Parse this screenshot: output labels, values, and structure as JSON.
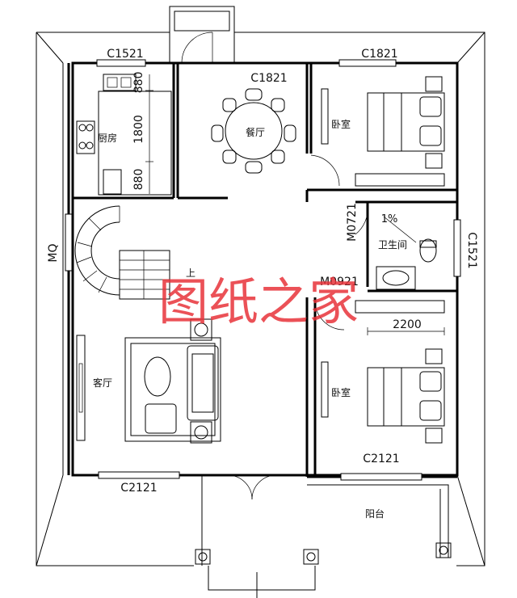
{
  "rooms": {
    "kitchen": "厨房",
    "dining": "餐厅",
    "bedroom_top": "卧室",
    "bedroom_bottom": "卧室",
    "bathroom": "卫生间",
    "living": "客厅",
    "balcony": "阳台",
    "stair_up": "上"
  },
  "windows": {
    "kitchen": "C1521",
    "dining": "C1821",
    "bedroom_top": "C1821",
    "bathroom": "C1521",
    "bedroom_bottom": "C2121",
    "living": "C2121"
  },
  "doors": {
    "bathroom": "M0721",
    "bedroom_bottom": "M0921",
    "left_side": "MQ"
  },
  "dimensions": {
    "kitchen_top": "880",
    "kitchen_mid": "1800",
    "kitchen_bottom": "880",
    "bedroom_width": "2200"
  },
  "annotations": {
    "slope": "1%"
  },
  "watermark": "图纸之家"
}
